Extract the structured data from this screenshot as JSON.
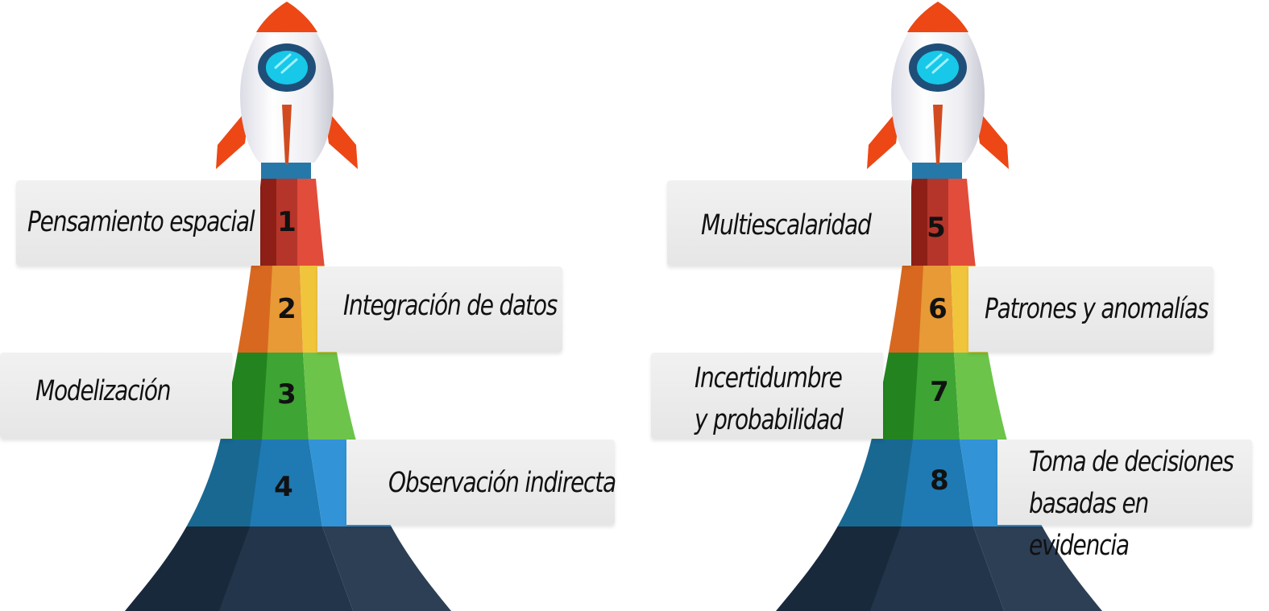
{
  "rockets": [
    {
      "steps": [
        {
          "number": "1",
          "label": "Pensamiento espacial"
        },
        {
          "number": "2",
          "label": "Integración de datos"
        },
        {
          "number": "3",
          "label": "Modelización"
        },
        {
          "number": "4",
          "label": "Observación indirecta"
        }
      ]
    },
    {
      "steps": [
        {
          "number": "5",
          "label": "Multiescalaridad"
        },
        {
          "number": "6",
          "label": "Patrones y anomalías"
        },
        {
          "number": "7",
          "label": "Incertidumbre y probabilidad"
        },
        {
          "number": "8",
          "label": "Toma de decisiones basadas en evidencia"
        }
      ]
    }
  ],
  "colors": {
    "band_red": [
      "#8e1f17",
      "#b5352a",
      "#e24c3a"
    ],
    "band_orange": [
      "#d8681f",
      "#e79a35",
      "#f0c53c"
    ],
    "band_green": [
      "#23841f",
      "#3ea434",
      "#6cc44a"
    ],
    "band_blue": [
      "#186892",
      "#1f7ab3",
      "#3294d6"
    ],
    "band_navy": [
      "#18293c",
      "#22354a",
      "#2c3f55"
    ],
    "rocket_body": "#f2f2f2",
    "rocket_fin": "#ec4714",
    "window_ring": "#1f4f79",
    "window_glass": "#17c8e8",
    "nozzle": "#2678a8"
  }
}
